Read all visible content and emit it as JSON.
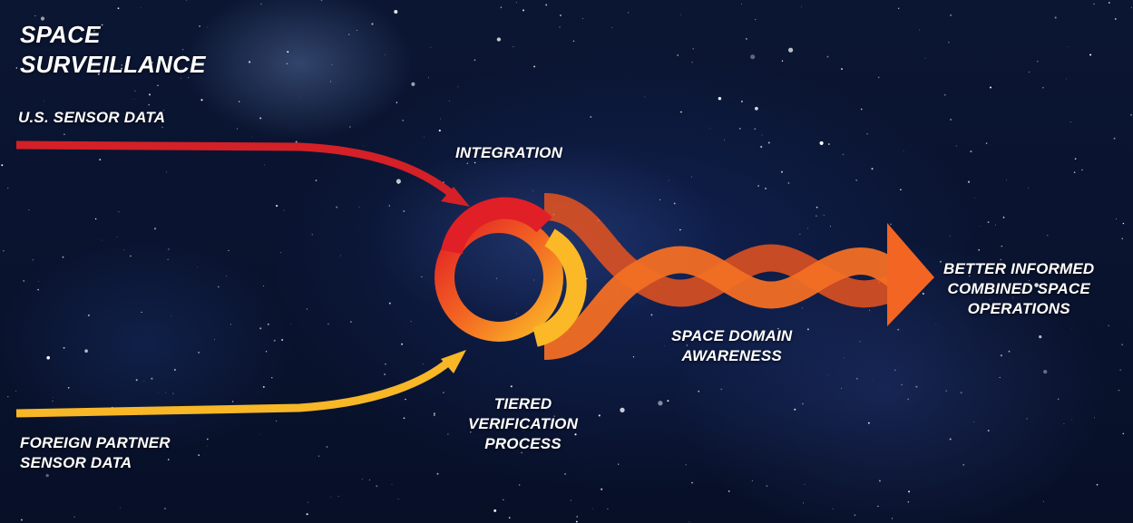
{
  "title": {
    "lines": [
      "SPACE",
      "SURVEILLANCE"
    ]
  },
  "inputs": {
    "us": "U.S. SENSOR DATA",
    "foreign": [
      "FOREIGN PARTNER",
      "SENSOR DATA"
    ]
  },
  "process": {
    "integration": "INTEGRATION",
    "verification": [
      "TIERED",
      "VERIFICATION",
      "PROCESS"
    ]
  },
  "flow": {
    "awareness": [
      "SPACE DOMAIN",
      "AWARENESS"
    ]
  },
  "outcome": [
    "BETTER INFORMED",
    "COMBINED SPACE",
    "OPERATIONS"
  ],
  "colors": {
    "us_arrow": "#d42027",
    "foreign_arrow": "#f7b726",
    "helix": "#f26522",
    "background": "#0a1430"
  }
}
